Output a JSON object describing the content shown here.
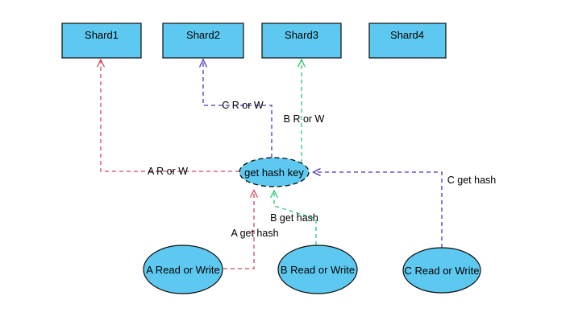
{
  "palette": {
    "background": "#ffffff",
    "node_fill": "#5ec9f0",
    "node_border": "#0d0d0d",
    "flow_a_color": "#d0485c",
    "flow_b_color": "#2ec873",
    "flow_c_color": "#5230c4"
  },
  "shards": [
    {
      "label": "Shard1"
    },
    {
      "label": "Shard2"
    },
    {
      "label": "Shard3"
    },
    {
      "label": "Shard4"
    }
  ],
  "hub": {
    "label": "get hash key"
  },
  "clients": [
    {
      "label": "A Read or Write"
    },
    {
      "label": "B Read or Write"
    },
    {
      "label": "C Read or Write"
    }
  ],
  "flows": [
    {
      "label": "A R or W",
      "color": "#d0485c",
      "from": "get hash key",
      "to": "Shard1"
    },
    {
      "label": "A get hash",
      "color": "#d0485c",
      "from": "A Read or Write",
      "to": "get hash key"
    },
    {
      "label": "B R or W",
      "color": "#2ec873",
      "from": "get hash key",
      "to": "Shard3"
    },
    {
      "label": "B get hash",
      "color": "#2ec873",
      "from": "B Read or Write",
      "to": "get hash key"
    },
    {
      "label": "C R or W",
      "color": "#5230c4",
      "from": "get hash key",
      "to": "Shard2"
    },
    {
      "label": "C get hash",
      "color": "#5230c4",
      "from": "C Read or Write",
      "to": "get hash key"
    }
  ]
}
